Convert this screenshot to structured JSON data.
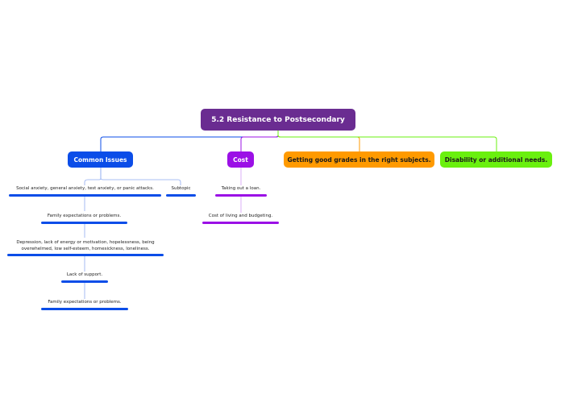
{
  "root": {
    "label": "5.2 Resistance to Postsecondary"
  },
  "branches": {
    "common": {
      "label": "Common Issues",
      "color": "#0b4de8"
    },
    "cost": {
      "label": "Cost",
      "color": "#9b10e6"
    },
    "grades": {
      "label": "Getting good grades in the right subjects.",
      "color": "#ff9a00"
    },
    "disability": {
      "label": "Disability or additional needs.",
      "color": "#6af00f"
    }
  },
  "common_children": [
    "Social anxiety, general anxiety, test anxiety, or panic attacks.",
    "Subtopic"
  ],
  "common_chain": [
    "Family expectations or problems.",
    "Depression, lack of energy or motivation, hopelessness, being overwhelmed, low self-esteem, homesickness, loneliness.",
    "Lack of support.",
    "Family expectations or problems."
  ],
  "cost_children": [
    "Taking out a loan.",
    "Cost of living and budgeting."
  ]
}
